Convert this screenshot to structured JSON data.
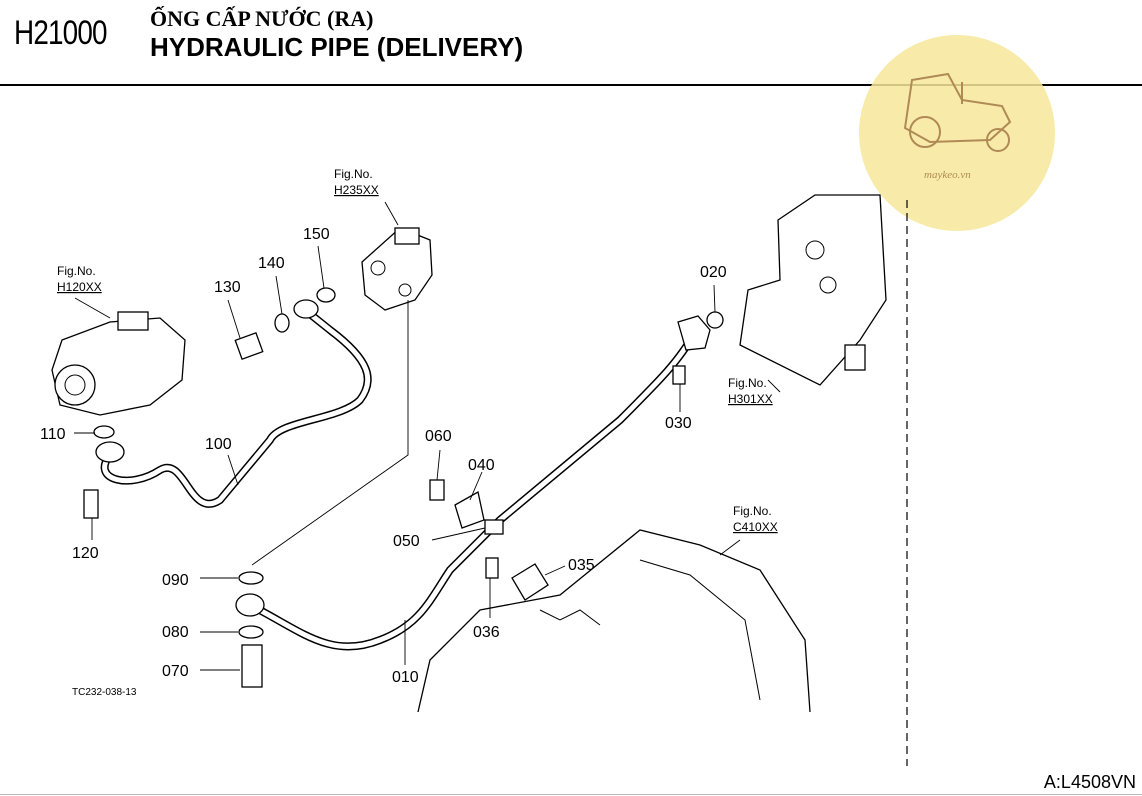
{
  "header": {
    "code": "H21000",
    "title_vn": "ỐNG CẤP NƯỚC (RA)",
    "title_en": "HYDRAULIC PIPE (DELIVERY)"
  },
  "logo": {
    "text": "maykeo.vn",
    "color": "#f7e79a",
    "icon": "tractor-icon"
  },
  "figure_refs": [
    {
      "label": "Fig.No.",
      "code": "H235XX"
    },
    {
      "label": "Fig.No.",
      "code": "H120XX"
    },
    {
      "label": "Fig.No.",
      "code": "H301XX"
    },
    {
      "label": "Fig.No.",
      "code": "C410XX"
    }
  ],
  "part_labels": [
    "010",
    "020",
    "030",
    "035",
    "036",
    "040",
    "050",
    "060",
    "070",
    "080",
    "090",
    "100",
    "110",
    "120",
    "130",
    "140",
    "150"
  ],
  "drawing_code": "TC232-038-13",
  "footer_ref": "A:L4508VN"
}
